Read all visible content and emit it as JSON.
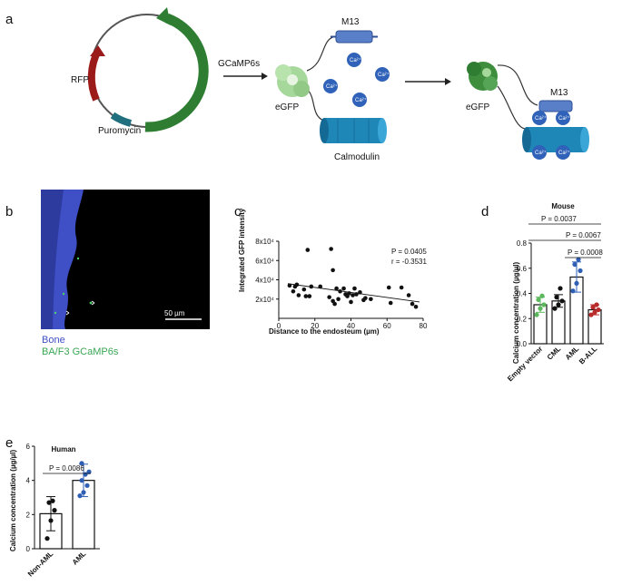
{
  "panels": {
    "a": {
      "label": "a",
      "plasmid": {
        "gene_green": "GCaMP6s",
        "gene_red": "RFP",
        "gene_teal": "Puromycin"
      },
      "protein": {
        "m13": "M13",
        "egfp": "eGFP",
        "calmodulin": "Calmodulin",
        "ion": "Ca²⁺"
      },
      "colors": {
        "green_arc": "#2e7d32",
        "red_arc": "#9b1b1b",
        "teal_seg": "#1f6f7f",
        "m13": "#5a7fc9",
        "ca": "#2f62b8",
        "calmodulin": "#1f86b8",
        "egfp_light": "#a7d89b",
        "egfp_dark": "#3e8e3e"
      }
    },
    "b": {
      "label": "b",
      "scale_bar": "50 µm",
      "legend_bone": "Bone",
      "legend_cells": "BA/F3 GCaMP6s",
      "colors": {
        "bone": "#3f4fc6",
        "cells": "#3aa655"
      }
    },
    "c": {
      "label": "c",
      "ylabel": "Integrated GFP intensity",
      "xlabel": "Distance to the endosteum (µm)",
      "p_text": "P = 0.0405",
      "r_text": "r = -0.3531"
    },
    "d": {
      "label": "d",
      "title": "Mouse",
      "ylabel": "Calcium concentration (µg/µl)",
      "comparisons": [
        "P = 0.0037",
        "P = 0.0067",
        "P = 0.0008"
      ]
    },
    "e": {
      "label": "e",
      "title": "Human",
      "ylabel": "Calcium concentration (µg/µl)",
      "comparisons": [
        "P = 0.0086"
      ]
    }
  },
  "chart_data": [
    {
      "panel": "c",
      "type": "scatter",
      "xlim": [
        0,
        80
      ],
      "ylim": [
        0,
        80000
      ],
      "xticks": [
        "0",
        "20",
        "40",
        "60",
        "80"
      ],
      "yticks": [
        "2x10⁴",
        "4x10⁴",
        "6x10⁴",
        "8x10⁴"
      ],
      "ytick_values": [
        20000,
        40000,
        60000,
        80000
      ],
      "points": [
        [
          6,
          34000
        ],
        [
          8,
          28000
        ],
        [
          9,
          33000
        ],
        [
          10,
          35000
        ],
        [
          11,
          24000
        ],
        [
          14,
          30000
        ],
        [
          15,
          23000
        ],
        [
          16,
          71000
        ],
        [
          17,
          23000
        ],
        [
          18,
          33000
        ],
        [
          23,
          33000
        ],
        [
          28,
          22000
        ],
        [
          29,
          72000
        ],
        [
          30,
          50000
        ],
        [
          30,
          18000
        ],
        [
          31,
          15000
        ],
        [
          32,
          31000
        ],
        [
          33,
          20000
        ],
        [
          34,
          28000
        ],
        [
          36,
          31000
        ],
        [
          37,
          25000
        ],
        [
          38,
          23000
        ],
        [
          39,
          26000
        ],
        [
          40,
          17000
        ],
        [
          41,
          24000
        ],
        [
          42,
          31000
        ],
        [
          43,
          25000
        ],
        [
          45,
          27000
        ],
        [
          47,
          19000
        ],
        [
          48,
          21000
        ],
        [
          51,
          20000
        ],
        [
          61,
          32000
        ],
        [
          62,
          16000
        ],
        [
          68,
          32000
        ],
        [
          72,
          24000
        ],
        [
          74,
          15000
        ],
        [
          76,
          12000
        ]
      ],
      "fit_line": [
        [
          5,
          36000
        ],
        [
          78,
          17000
        ]
      ],
      "grid": false
    },
    {
      "panel": "d",
      "type": "bar",
      "categories": [
        "Empty vector",
        "CML",
        "AML",
        "B-ALL"
      ],
      "values": [
        0.31,
        0.34,
        0.53,
        0.27
      ],
      "errors": [
        0.06,
        0.05,
        0.12,
        0.04
      ],
      "point_values": [
        [
          0.23,
          0.28,
          0.31,
          0.35,
          0.38
        ],
        [
          0.28,
          0.31,
          0.34,
          0.37,
          0.44
        ],
        [
          0.42,
          0.48,
          0.58,
          0.63,
          0.67
        ],
        [
          0.23,
          0.25,
          0.27,
          0.29,
          0.31
        ]
      ],
      "bar_colors": [
        "#5cb85c",
        "#111111",
        "#2f5fb4",
        "#b92a2a"
      ],
      "ylim": [
        0,
        0.8
      ],
      "yticks": [
        "0.0",
        "0.2",
        "0.4",
        "0.6",
        "0.8"
      ],
      "ytick_values": [
        0,
        0.2,
        0.4,
        0.6,
        0.8
      ]
    },
    {
      "panel": "e",
      "type": "bar",
      "categories": [
        "Non-AML",
        "AML"
      ],
      "values": [
        2.05,
        4.0
      ],
      "errors": [
        1.0,
        0.95
      ],
      "point_values": [
        [
          0.6,
          1.65,
          2.25,
          2.7,
          2.8
        ],
        [
          3.1,
          3.3,
          3.7,
          4.0,
          4.35,
          4.5,
          5.0
        ]
      ],
      "bar_colors": [
        "#111111",
        "#2f5fb4"
      ],
      "ylim": [
        0,
        6
      ],
      "yticks": [
        "0",
        "2",
        "4",
        "6"
      ],
      "ytick_values": [
        0,
        2,
        4,
        6
      ]
    }
  ]
}
